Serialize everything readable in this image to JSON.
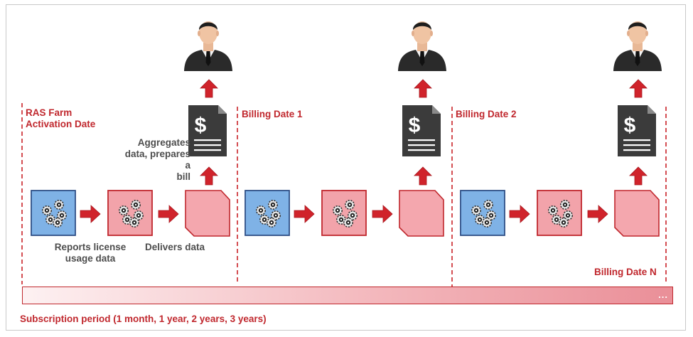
{
  "start_label": "RAS Farm\nActivation Date",
  "billing_dates": [
    "Billing Date 1",
    "Billing Date 2",
    "Billing Date N"
  ],
  "captions": {
    "reports": "Reports license\nusage data",
    "delivers": "Delivers data",
    "aggregates": "Aggregates\ndata, prepares a\nbill"
  },
  "bill_symbol": "$",
  "subscription_label": "Subscription period (1 month, 1 year, 2 years, 3 years)",
  "bar_ellipsis": "...",
  "colors": {
    "accent": "#c0272d",
    "server_blue": "#7fb2e6",
    "server_pink": "#f2a3aa",
    "doc_pink": "#f4a7ae",
    "bill_dark": "#3a3a3a"
  },
  "icons": [
    "server-cluster-icon",
    "document-icon",
    "bill-icon",
    "up-arrow-icon",
    "right-arrow-icon",
    "businessman-icon"
  ]
}
